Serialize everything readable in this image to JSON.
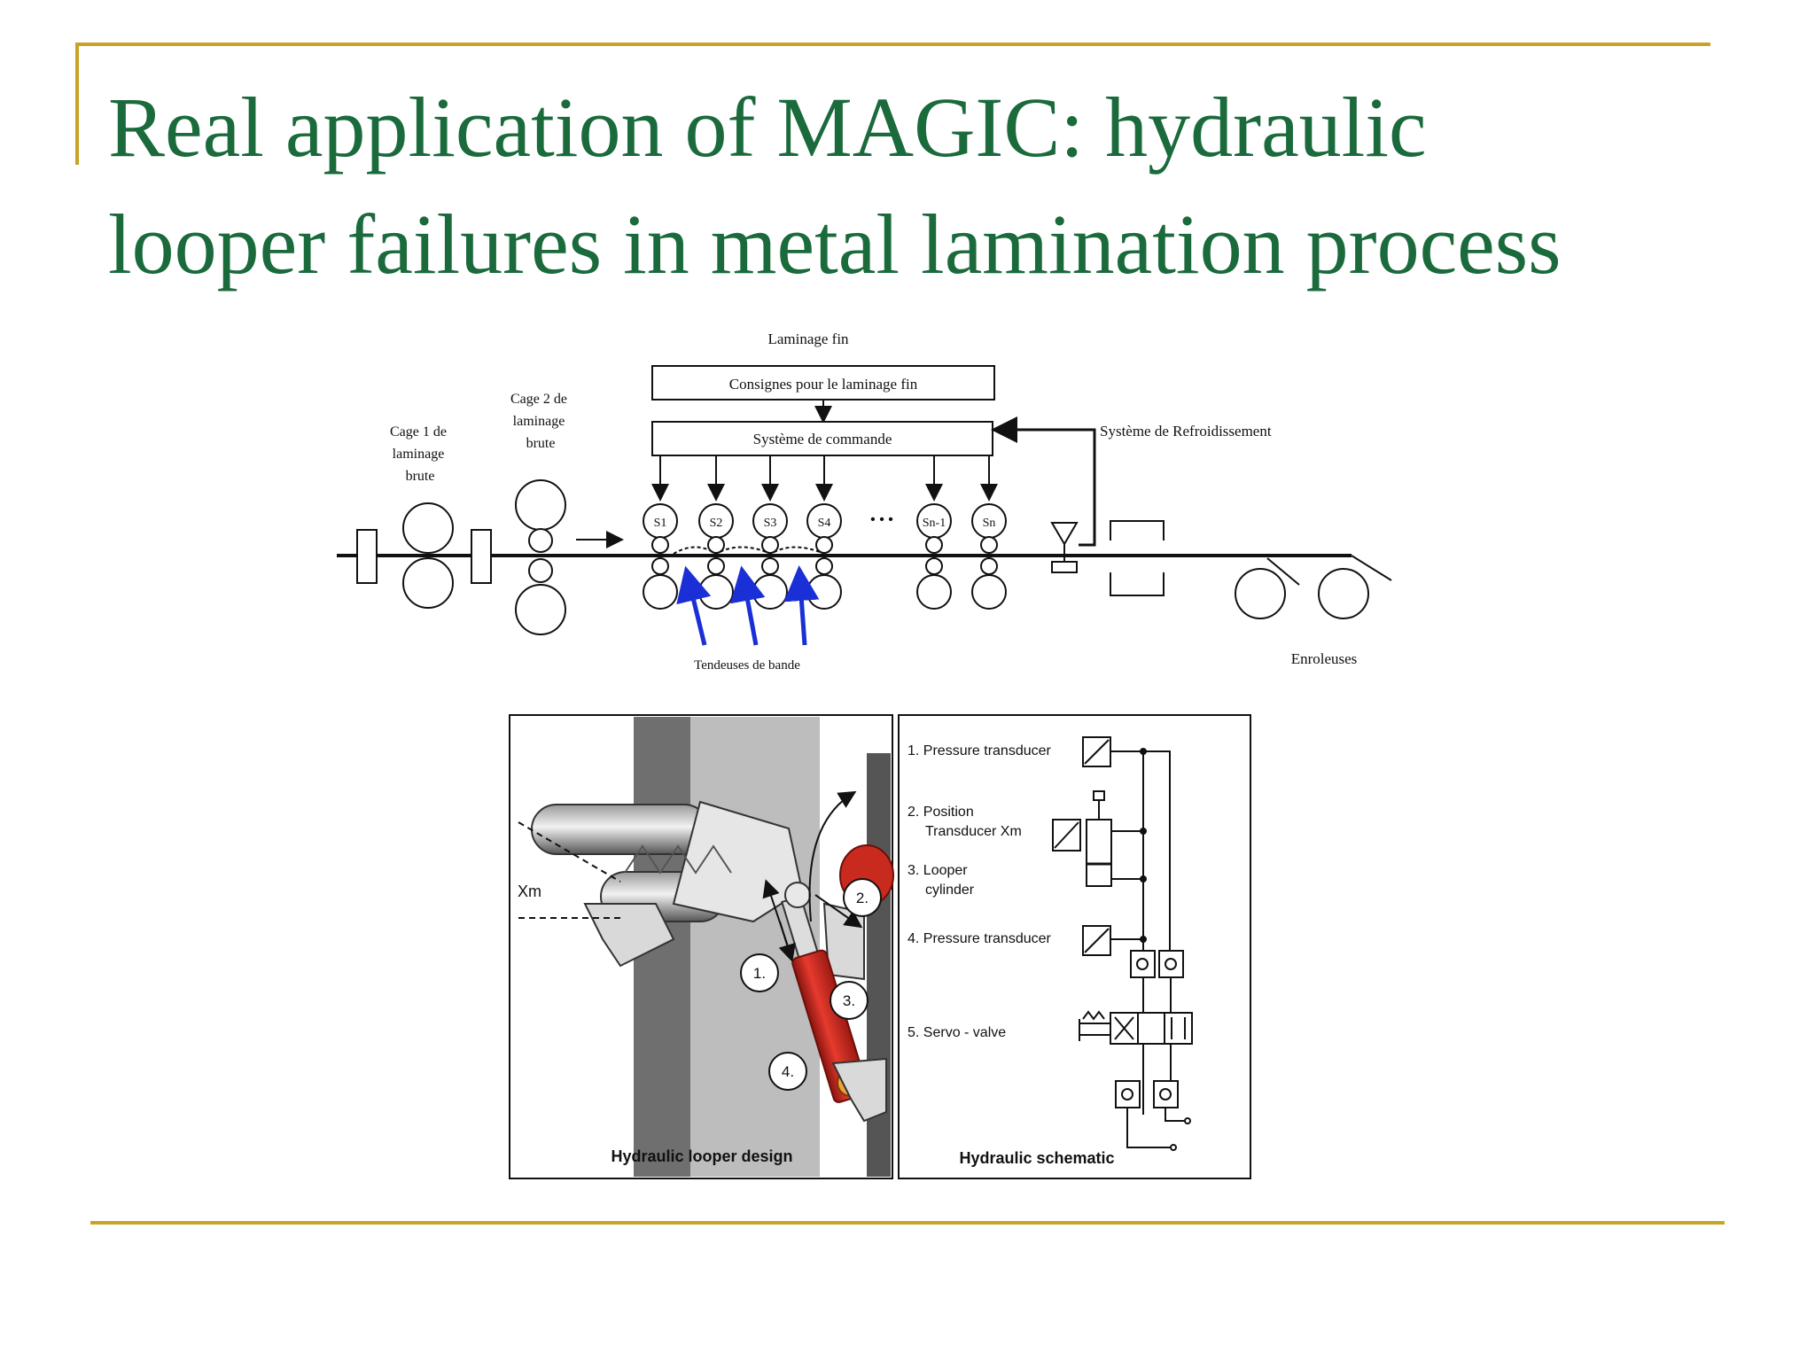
{
  "slide": {
    "title_line1": "Real application of MAGIC: hydraulic",
    "title_line2": "looper failures in metal lamination process",
    "accent_color": "#c9a227",
    "title_color": "#1a6a3c"
  },
  "process_diagram": {
    "header": "Laminage fin",
    "box_consignes": "Consignes pour le laminage fin",
    "box_commande": "Système de commande",
    "label_cage1": [
      "Cage 1 de",
      "laminage",
      "brute"
    ],
    "label_cage2": [
      "Cage 2 de",
      "laminage",
      "brute"
    ],
    "label_refroidissement": "Système de Refroidissement",
    "label_tendeuses": "Tendeuses de bande",
    "label_enroleuses": "Enroleuses",
    "stands": [
      "S1",
      "S2",
      "S3",
      "S4",
      "Sn-1",
      "Sn"
    ],
    "ellipsis": "• • •"
  },
  "looper_design": {
    "caption": "Hydraulic looper design",
    "label_xm": "Xm",
    "callouts": [
      "1.",
      "2.",
      "3.",
      "4."
    ],
    "cylinder_color": "#d42a1f"
  },
  "hydraulic_schematic": {
    "caption": "Hydraulic schematic",
    "items": [
      {
        "lines": [
          "1. Pressure transducer"
        ],
        "symbol": "P"
      },
      {
        "lines": [
          "2. Position",
          "Transducer Xm"
        ],
        "symbol": "S"
      },
      {
        "lines": [
          "3. Looper",
          "cylinder"
        ]
      },
      {
        "lines": [
          "4. Pressure transducer"
        ],
        "symbol": "P"
      },
      {
        "lines": [
          "5. Servo - valve"
        ]
      }
    ]
  }
}
